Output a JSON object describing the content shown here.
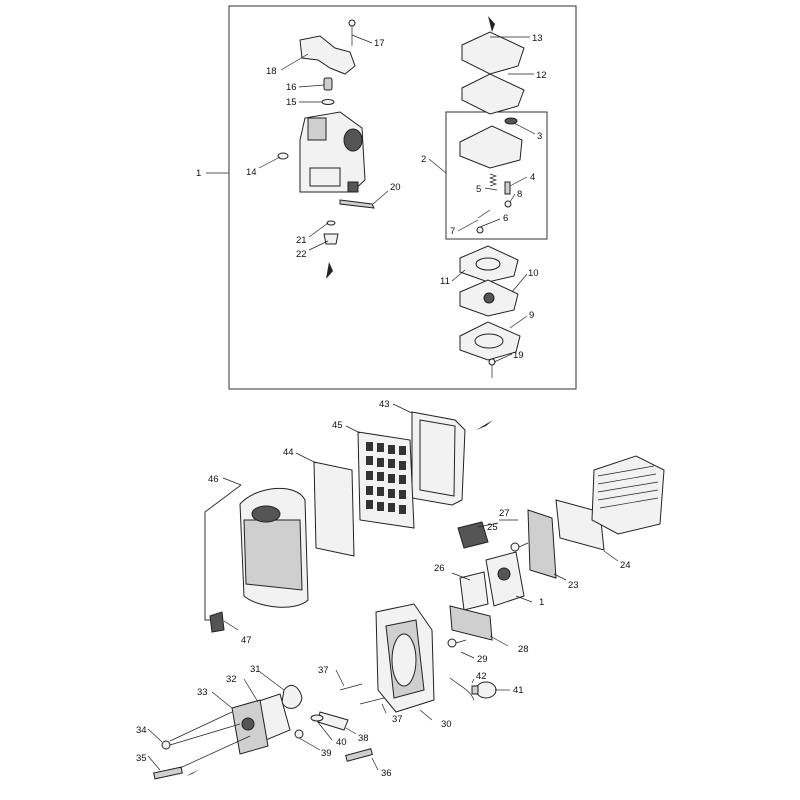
{
  "callouts": [
    {
      "id": "c1a",
      "text": "1"
    },
    {
      "id": "c2",
      "text": "2"
    },
    {
      "id": "c3",
      "text": "3"
    },
    {
      "id": "c4",
      "text": "4"
    },
    {
      "id": "c5",
      "text": "5"
    },
    {
      "id": "c6",
      "text": "6"
    },
    {
      "id": "c7",
      "text": "7"
    },
    {
      "id": "c8",
      "text": "8"
    },
    {
      "id": "c9",
      "text": "9"
    },
    {
      "id": "c10",
      "text": "10"
    },
    {
      "id": "c11",
      "text": "11"
    },
    {
      "id": "c12",
      "text": "12"
    },
    {
      "id": "c13",
      "text": "13"
    },
    {
      "id": "c14",
      "text": "14"
    },
    {
      "id": "c15",
      "text": "15"
    },
    {
      "id": "c16",
      "text": "16"
    },
    {
      "id": "c17",
      "text": "17"
    },
    {
      "id": "c18",
      "text": "18"
    },
    {
      "id": "c19",
      "text": "19"
    },
    {
      "id": "c20",
      "text": "20"
    },
    {
      "id": "c21",
      "text": "21"
    },
    {
      "id": "c22",
      "text": "22"
    },
    {
      "id": "c23",
      "text": "23"
    },
    {
      "id": "c24",
      "text": "24"
    },
    {
      "id": "c25",
      "text": "25"
    },
    {
      "id": "c26",
      "text": "26"
    },
    {
      "id": "c27",
      "text": "27"
    },
    {
      "id": "c1b",
      "text": "1"
    },
    {
      "id": "c28",
      "text": "28"
    },
    {
      "id": "c29",
      "text": "29"
    },
    {
      "id": "c30",
      "text": "30"
    },
    {
      "id": "c31",
      "text": "31"
    },
    {
      "id": "c32",
      "text": "32"
    },
    {
      "id": "c33",
      "text": "33"
    },
    {
      "id": "c34",
      "text": "34"
    },
    {
      "id": "c35",
      "text": "35"
    },
    {
      "id": "c36",
      "text": "36"
    },
    {
      "id": "c37a",
      "text": "37"
    },
    {
      "id": "c37b",
      "text": "37"
    },
    {
      "id": "c38",
      "text": "38"
    },
    {
      "id": "c39",
      "text": "39"
    },
    {
      "id": "c40",
      "text": "40"
    },
    {
      "id": "c41",
      "text": "41"
    },
    {
      "id": "c42",
      "text": "42"
    },
    {
      "id": "c43",
      "text": "43"
    },
    {
      "id": "c44",
      "text": "44"
    },
    {
      "id": "c45",
      "text": "45"
    },
    {
      "id": "c46",
      "text": "46"
    },
    {
      "id": "c47",
      "text": "47"
    }
  ],
  "colors": {
    "line": "#222222",
    "fill_light": "#f2f2f2",
    "fill_mid": "#cfcfcf",
    "fill_dark": "#555555"
  }
}
